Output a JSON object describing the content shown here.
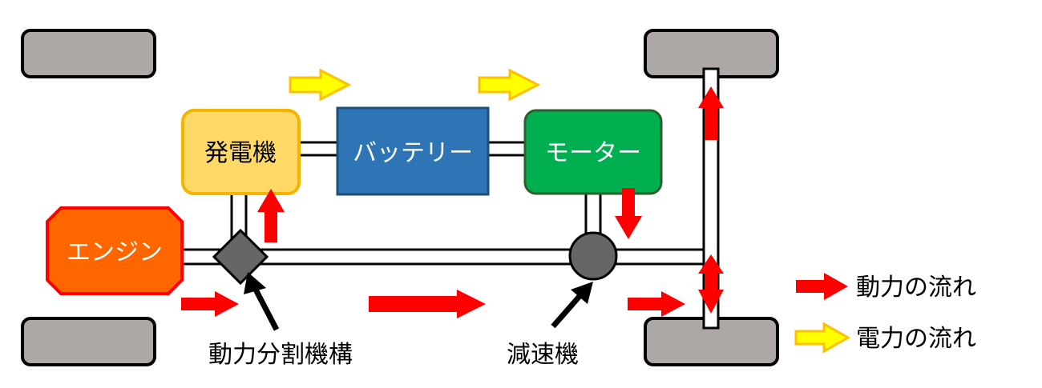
{
  "components": {
    "generator": "発電機",
    "battery": "バッテリー",
    "motor": "モーター",
    "engine": "エンジン"
  },
  "annotations": {
    "power_split": "動力分割機構",
    "reducer": "減速機"
  },
  "legend": {
    "mechanical": "動力の流れ",
    "electrical": "電力の流れ"
  },
  "colors": {
    "generator_fill": "#FFD966",
    "generator_stroke": "#F4B400",
    "battery_fill": "#2E75B6",
    "battery_stroke": "#1F4E79",
    "motor_fill": "#00B050",
    "motor_stroke": "#2E5E2E",
    "engine_fill": "#FF6600",
    "engine_stroke": "#FF0000",
    "wheel_fill": "#ADA8A6",
    "mechanical_arrow": "#FF0000",
    "electrical_arrow_fill": "#FFFF00",
    "electrical_arrow_stroke": "#FFC000",
    "gear_fill": "#666666"
  }
}
